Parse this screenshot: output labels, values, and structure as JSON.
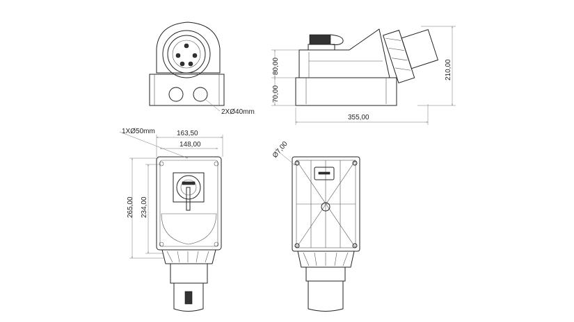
{
  "drawing": {
    "front_view": {
      "gland_label": "2XØ40mm"
    },
    "side_view": {
      "height_upper": "80,00",
      "height_lower": "70,00",
      "total_height": "210,00",
      "total_length": "355,00"
    },
    "top_view": {
      "gland_label": "1XØ50mm",
      "outer_width": "163,50",
      "inner_width": "148,00",
      "outer_height": "265,00",
      "inner_height": "234,00"
    },
    "rear_view": {
      "hole_diameter": "Ø7,00"
    }
  }
}
